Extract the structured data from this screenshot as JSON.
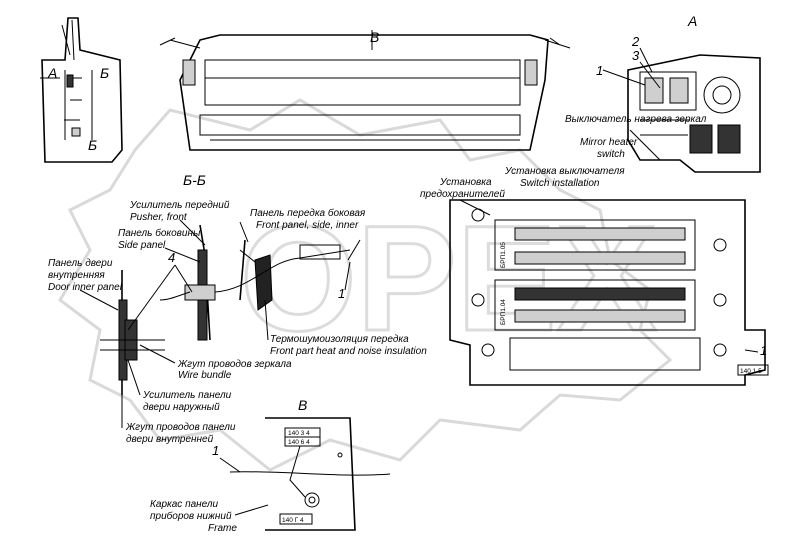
{
  "view_labels": {
    "a": "А",
    "b_arrow": "Б",
    "b_arrow2": "Б",
    "v": "В",
    "section_bb": "Б-Б",
    "view_a": "А",
    "view_v": "В"
  },
  "callouts": {
    "c1_topright": "1",
    "c2": "2",
    "c3": "3",
    "c4": "4",
    "c1_section": "1",
    "c1_fuse": "1",
    "c1_bottom": "1"
  },
  "labels": {
    "mirror_switch_ru": "Выключатель нагрева зеркал",
    "mirror_switch_en1": "Mirror heater",
    "mirror_switch_en2": "switch",
    "switch_install_ru": "Установка выключателя",
    "switch_install_en": "Switch installation",
    "fuse_install_ru1": "Установка",
    "fuse_install_ru2": "предохранителей",
    "pusher_ru": "Усилитель передний",
    "pusher_en": "Pusher, front",
    "side_panel_ru": "Панель боковины",
    "side_panel_en": "Side panel",
    "front_panel_ru": "Панель передка боковая",
    "front_panel_en": "Front panel, side, inner",
    "door_inner_ru1": "Панель двери",
    "door_inner_ru2": "внутренняя",
    "door_inner_en": "Door inner panel",
    "insulation_ru": "Термошумоизоляция передка",
    "insulation_en": "Front part heat and noise insulation",
    "wire_mirror_ru": "Жгут проводов зеркала",
    "wire_mirror_en": "Wire bundle",
    "door_pusher_ru1": "Усилитель панели",
    "door_pusher_ru2": "двери наружный",
    "door_wire_ru1": "Жгут проводов панели",
    "door_wire_ru2": "двери внутренней",
    "frame_ru1": "Каркас панели",
    "frame_ru2": "приборов нижний",
    "frame_en": "Frame"
  },
  "fuse_blocks": {
    "upper": "БРП1.05",
    "lower": "БРП1.04"
  },
  "marks": {
    "fuse_tag": "140 1 5",
    "v_tag1": "140 3 4",
    "v_tag2": "140 6 4",
    "v_bottom_tag": "140 Г 4"
  },
  "watermark": "OPEX"
}
